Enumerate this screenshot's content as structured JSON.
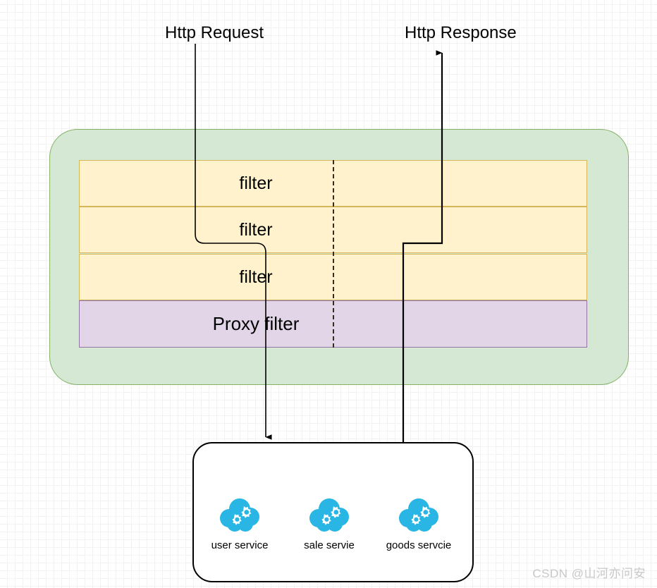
{
  "diagram": {
    "flows": [
      {
        "id": "request",
        "label": "Http Request",
        "direction": "down"
      },
      {
        "id": "response",
        "label": "Http Response",
        "direction": "up"
      }
    ],
    "gateway": {
      "name": "gateway-container",
      "fill": "#d5e8d4",
      "stroke": "#82b366",
      "rows": [
        {
          "label": "filter",
          "type": "filter",
          "fill": "#fff2cc",
          "stroke": "#d6b656"
        },
        {
          "label": "filter",
          "type": "filter",
          "fill": "#fff2cc",
          "stroke": "#d6b656"
        },
        {
          "label": "filter",
          "type": "filter",
          "fill": "#fff2cc",
          "stroke": "#d6b656"
        },
        {
          "label": "Proxy filter",
          "type": "proxy",
          "fill": "#e1d5e7",
          "stroke": "#9673a6"
        }
      ],
      "divider": {
        "style": "dashed",
        "color": "#3a2a1a"
      }
    },
    "services": {
      "box_fill": "#ffffff",
      "box_stroke": "#000000",
      "icon_color": "#29b6e5",
      "items": [
        {
          "label": "user service",
          "icon": "cloud-gear-icon"
        },
        {
          "label": "sale servie",
          "icon": "cloud-gear-icon"
        },
        {
          "label": "goods servcie",
          "icon": "cloud-gear-icon"
        }
      ]
    },
    "line_color": "#000000"
  },
  "watermark": {
    "text": "CSDN @山河亦问安"
  }
}
